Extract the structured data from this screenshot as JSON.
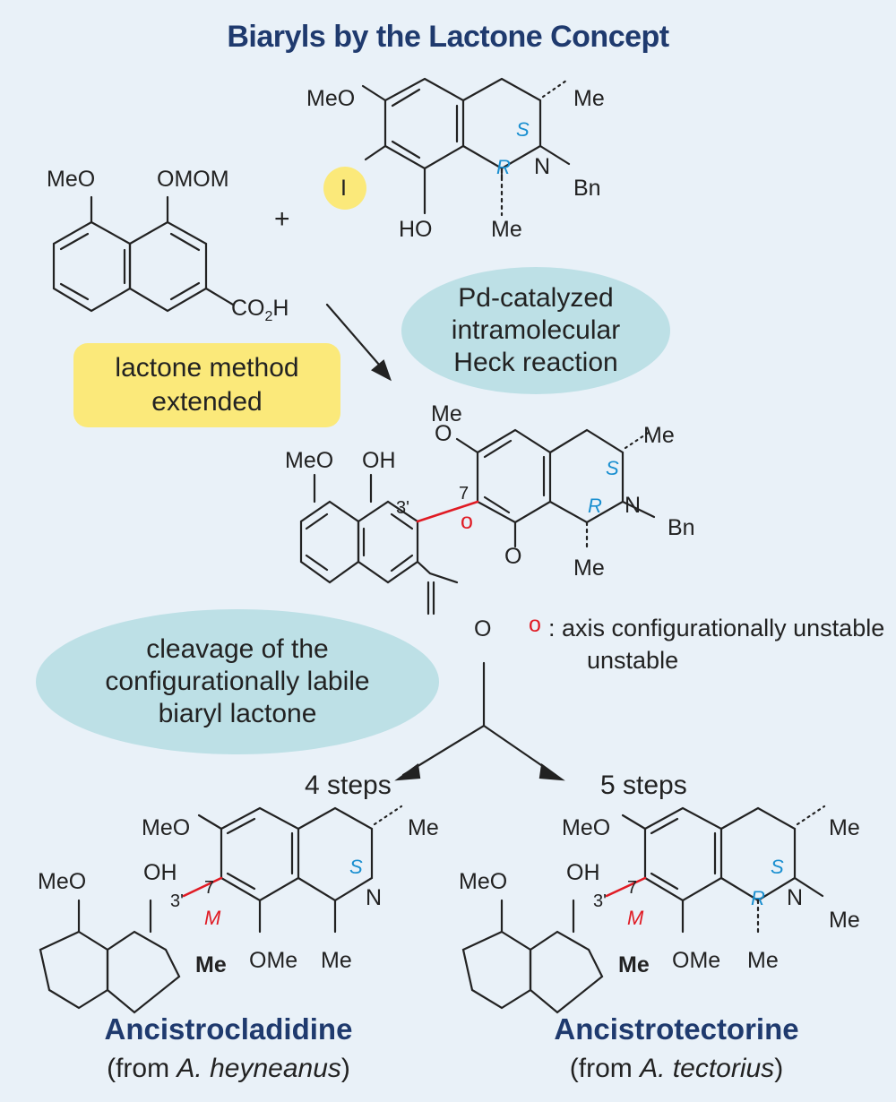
{
  "title": "Biaryls by the Lactone Concept",
  "reagents": {
    "naphthalene": {
      "substituents": [
        "MeO",
        "OMOM",
        "CO2H"
      ]
    },
    "plus": "+",
    "isoquinoline": {
      "substituents": [
        "MeO",
        "I",
        "HO",
        "Me",
        "Me",
        "N",
        "Bn"
      ],
      "stereo": [
        "S",
        "R"
      ]
    }
  },
  "labels": {
    "pd_bubble": "Pd-catalyzed intramolecular Heck reaction",
    "lactone_box": "lactone method extended",
    "cleavage_bubble": "cleavage of the configurationally labile biaryl lactone",
    "axis_note": ": axis configurationally unstable",
    "axis_symbol": "o"
  },
  "lactone": {
    "groups": [
      "MeO",
      "OH",
      "Me",
      "O",
      "Me",
      "N",
      "Bn",
      "Me",
      "O",
      "O"
    ],
    "positions": [
      "7",
      "3'"
    ],
    "stereo": [
      "S",
      "R"
    ]
  },
  "branches": [
    {
      "steps": "4 steps",
      "name": "Ancistrocladidine",
      "source_prefix": "(from ",
      "source_species": "A. heyneanus",
      "source_suffix": ")",
      "stereo": [
        "S"
      ],
      "axis": "M"
    },
    {
      "steps": "5 steps",
      "name": "Ancistrotectorine",
      "source_prefix": "(from ",
      "source_species": "A. tectorius",
      "source_suffix": ")",
      "stereo": [
        "S",
        "R"
      ],
      "axis": "M"
    }
  ],
  "atoms": {
    "MeO": "MeO",
    "OMOM": "OMOM",
    "CO2H": "CO",
    "CO2H_sub": "2",
    "CO2H_tail": "H",
    "Me": "Me",
    "N": "N",
    "Bn": "Bn",
    "HO": "HO",
    "OH": "OH",
    "I": "I",
    "O": "O",
    "OMe": "OMe",
    "S": "S",
    "R": "R",
    "M": "M",
    "seven": "7",
    "three_prime": "3'"
  },
  "colors": {
    "title": "#1f3a6e",
    "stereo": "#1a8fd0",
    "axis": "#e01b24",
    "bubble": "#bde0e6",
    "highlight": "#fbe97a",
    "background": "#e9f1f8"
  }
}
